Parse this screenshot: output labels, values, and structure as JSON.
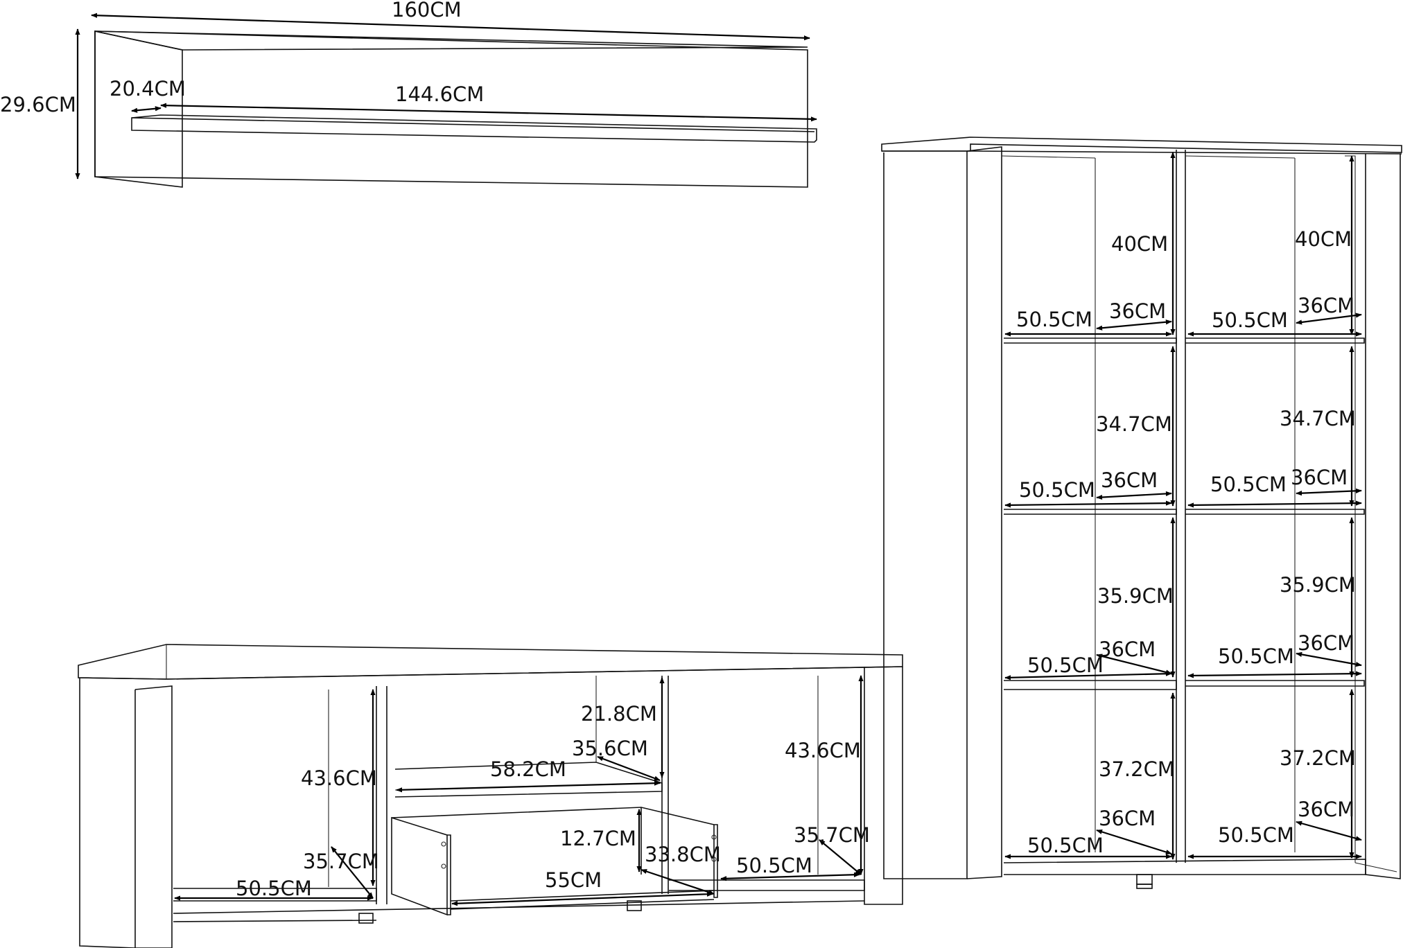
{
  "colors": {
    "line": "#111111",
    "background": "#ffffff"
  },
  "wall_shelf": {
    "width": "160CM",
    "height": "29.6CM",
    "shelf_depth": "20.4CM",
    "shelf_width": "144.6CM"
  },
  "bookcase": {
    "compartment_heights": [
      "40CM",
      "34.7CM",
      "35.9CM",
      "37.2CM"
    ],
    "left_column": {
      "widths": [
        "50.5CM",
        "50.5CM",
        "50.5CM",
        "50.5CM"
      ],
      "depths": [
        "36CM",
        "36CM",
        "36CM",
        "36CM"
      ],
      "heights": [
        "40CM",
        "34.7CM",
        "35.9CM",
        "37.2CM"
      ]
    },
    "right_column": {
      "widths": [
        "50.5CM",
        "50.5CM",
        "50.5CM",
        "50.5CM"
      ],
      "depths": [
        "36CM",
        "36CM",
        "36CM",
        "36CM"
      ],
      "heights": [
        "40CM",
        "34.7CM",
        "35.9CM",
        "37.2CM"
      ]
    }
  },
  "tv_unit": {
    "left": {
      "height": "43.6CM",
      "depth": "35.7CM",
      "width": "50.5CM"
    },
    "middle": {
      "upper_height": "21.8CM",
      "upper_depth": "35.6CM",
      "upper_width": "58.2CM",
      "drawer_height": "12.7CM",
      "drawer_depth": "33.8CM",
      "drawer_width": "55CM"
    },
    "right": {
      "height": "43.6CM",
      "depth": "35.7CM",
      "width": "50.5CM"
    }
  }
}
